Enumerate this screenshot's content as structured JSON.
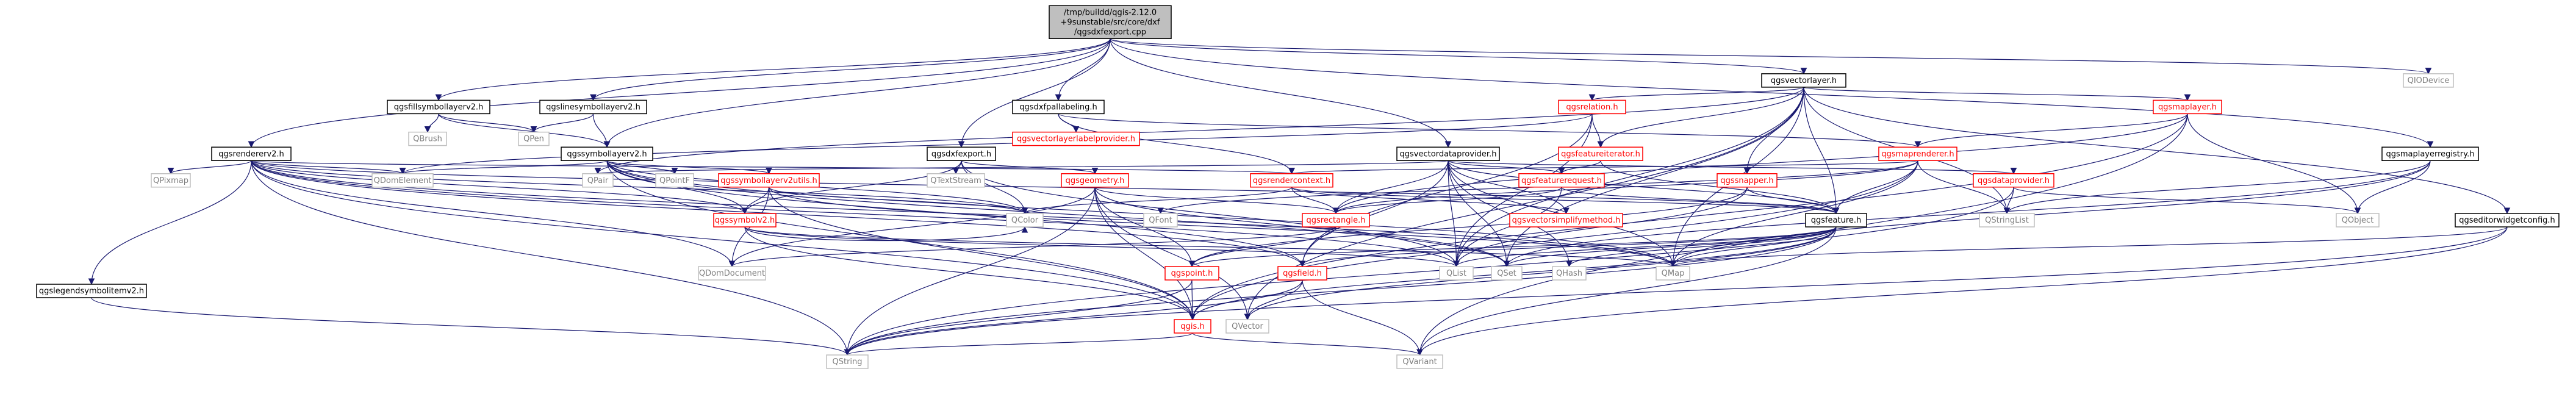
{
  "colors": {
    "edge": "#191970",
    "root_fill": "#bfbfbf",
    "root_stroke": "#000000",
    "node_fill": "#ffffff",
    "node_stroke": "#000000",
    "red_stroke": "#ff0000",
    "grey_stroke": "#bfbfbf",
    "text": "#000000",
    "red_text": "#ff0000",
    "grey_text": "#7f7f7f"
  },
  "nodes": [
    {
      "id": "root",
      "lines": [
        "/tmp/buildd/qgis-2.12.0",
        "+9sunstable/src/core/dxf",
        "/qgsdxfexport.cpp"
      ],
      "style": "root"
    },
    {
      "id": "qgsvectorlayer",
      "lines": [
        "qgsvectorlayer.h"
      ],
      "style": "normal"
    },
    {
      "id": "qiodevice",
      "lines": [
        "QIODevice"
      ],
      "style": "grey"
    },
    {
      "id": "qgsfillsymbollayerv2",
      "lines": [
        "qgsfillsymbollayerv2.h"
      ],
      "style": "normal"
    },
    {
      "id": "qgslinesymbollayerv2",
      "lines": [
        "qgslinesymbollayerv2.h"
      ],
      "style": "normal"
    },
    {
      "id": "qgsdxfpallabeling",
      "lines": [
        "qgsdxfpallabeling.h"
      ],
      "style": "normal"
    },
    {
      "id": "qgsrelation",
      "lines": [
        "qgsrelation.h"
      ],
      "style": "red"
    },
    {
      "id": "qgsmaplayer",
      "lines": [
        "qgsmaplayer.h"
      ],
      "style": "red"
    },
    {
      "id": "qbrush",
      "lines": [
        "QBrush"
      ],
      "style": "grey"
    },
    {
      "id": "qpen",
      "lines": [
        "QPen"
      ],
      "style": "grey"
    },
    {
      "id": "qgsvectorlayerlabelprovider",
      "lines": [
        "qgsvectorlayerlabelprovider.h"
      ],
      "style": "red"
    },
    {
      "id": "qgsrendererv2",
      "lines": [
        "qgsrendererv2.h"
      ],
      "style": "normal"
    },
    {
      "id": "qgssymbollayerv2",
      "lines": [
        "qgssymbollayerv2.h"
      ],
      "style": "normal"
    },
    {
      "id": "qgsdxfexport",
      "lines": [
        "qgsdxfexport.h"
      ],
      "style": "normal"
    },
    {
      "id": "qgsvectordataprovider",
      "lines": [
        "qgsvectordataprovider.h"
      ],
      "style": "normal"
    },
    {
      "id": "qgsfeatureiterator",
      "lines": [
        "qgsfeatureiterator.h"
      ],
      "style": "red"
    },
    {
      "id": "qgsmaprenderer",
      "lines": [
        "qgsmaprenderer.h"
      ],
      "style": "red"
    },
    {
      "id": "qgsmaplayerregistry",
      "lines": [
        "qgsmaplayerregistry.h"
      ],
      "style": "normal"
    },
    {
      "id": "qpixmap",
      "lines": [
        "QPixmap"
      ],
      "style": "grey"
    },
    {
      "id": "qdomelement",
      "lines": [
        "QDomElement"
      ],
      "style": "grey"
    },
    {
      "id": "qpair",
      "lines": [
        "QPair"
      ],
      "style": "grey"
    },
    {
      "id": "qpointf",
      "lines": [
        "QPointF"
      ],
      "style": "grey"
    },
    {
      "id": "qgssymbollayerv2utils",
      "lines": [
        "qgssymbollayerv2utils.h"
      ],
      "style": "red"
    },
    {
      "id": "qtextstream",
      "lines": [
        "QTextStream"
      ],
      "style": "grey"
    },
    {
      "id": "qgsgeometry",
      "lines": [
        "qgsgeometry.h"
      ],
      "style": "red"
    },
    {
      "id": "qgsrendercontext",
      "lines": [
        "qgsrendercontext.h"
      ],
      "style": "red"
    },
    {
      "id": "qgsfeaturerequest",
      "lines": [
        "qgsfeaturerequest.h"
      ],
      "style": "red"
    },
    {
      "id": "qgsdataprovider",
      "lines": [
        "qgsdataprovider.h"
      ],
      "style": "red"
    },
    {
      "id": "qgssnapper",
      "lines": [
        "qgssnapper.h"
      ],
      "style": "red"
    },
    {
      "id": "qgseditorwidgetconfig",
      "lines": [
        "qgseditorwidgetconfig.h"
      ],
      "style": "normal"
    },
    {
      "id": "qgssymbolv2",
      "lines": [
        "qgssymbolv2.h"
      ],
      "style": "red"
    },
    {
      "id": "qcolor",
      "lines": [
        "QColor"
      ],
      "style": "grey"
    },
    {
      "id": "qgsrectangle",
      "lines": [
        "qgsrectangle.h"
      ],
      "style": "red"
    },
    {
      "id": "qfont",
      "lines": [
        "QFont"
      ],
      "style": "grey"
    },
    {
      "id": "qgsvectorsimplifymethod",
      "lines": [
        "qgsvectorsimplifymethod.h"
      ],
      "style": "red"
    },
    {
      "id": "qgsfeature",
      "lines": [
        "qgsfeature.h"
      ],
      "style": "normal"
    },
    {
      "id": "qstringlist",
      "lines": [
        "QStringList"
      ],
      "style": "grey"
    },
    {
      "id": "qobject",
      "lines": [
        "QObject"
      ],
      "style": "grey"
    },
    {
      "id": "qdomdocument",
      "lines": [
        "QDomDocument"
      ],
      "style": "grey"
    },
    {
      "id": "qgspoint",
      "lines": [
        "qgspoint.h"
      ],
      "style": "red"
    },
    {
      "id": "qgsfield",
      "lines": [
        "qgsfield.h"
      ],
      "style": "red"
    },
    {
      "id": "qlist",
      "lines": [
        "QList"
      ],
      "style": "grey"
    },
    {
      "id": "qset",
      "lines": [
        "QSet"
      ],
      "style": "grey"
    },
    {
      "id": "qhash",
      "lines": [
        "QHash"
      ],
      "style": "grey"
    },
    {
      "id": "qmap",
      "lines": [
        "QMap"
      ],
      "style": "grey"
    },
    {
      "id": "qgslegendsymbolitemv2",
      "lines": [
        "qgslegendsymbolitemv2.h"
      ],
      "style": "normal"
    },
    {
      "id": "qgis",
      "lines": [
        "qgis.h"
      ],
      "style": "red"
    },
    {
      "id": "qvector",
      "lines": [
        "QVector"
      ],
      "style": "grey"
    },
    {
      "id": "qstring",
      "lines": [
        "QString"
      ],
      "style": "grey"
    },
    {
      "id": "qvariant",
      "lines": [
        "QVariant"
      ],
      "style": "grey"
    }
  ],
  "edges": [
    [
      "root",
      "qgsvectorlayer"
    ],
    [
      "root",
      "qiodevice"
    ],
    [
      "root",
      "qgsfillsymbollayerv2"
    ],
    [
      "root",
      "qgslinesymbollayerv2"
    ],
    [
      "root",
      "qgsdxfpallabeling"
    ],
    [
      "root",
      "qgsrendererv2"
    ],
    [
      "root",
      "qgssymbollayerv2"
    ],
    [
      "root",
      "qgsdxfexport"
    ],
    [
      "root",
      "qgsvectordataprovider"
    ],
    [
      "root",
      "qgsmaplayerregistry"
    ],
    [
      "root",
      "qgsdomdocument_placeholder"
    ],
    [
      "qgsvectorlayer",
      "qgsrelation"
    ],
    [
      "qgsvectorlayer",
      "qgsmaplayer"
    ],
    [
      "qgsvectorlayer",
      "qgsfeatureiterator"
    ],
    [
      "qgsvectorlayer",
      "qgssnapper"
    ],
    [
      "qgsvectorlayer",
      "qgseditorwidgetconfig"
    ],
    [
      "qgsvectorlayer",
      "qgsfeature"
    ],
    [
      "qgsvectorlayer",
      "qstringlist"
    ],
    [
      "qgsvectorlayer",
      "qlist"
    ],
    [
      "qgsvectorlayer",
      "qset"
    ],
    [
      "qgsvectorlayer",
      "qmap"
    ],
    [
      "qgsvectorlayer",
      "qvector"
    ],
    [
      "qgsvectorlayer",
      "qpair"
    ],
    [
      "qgsfillsymbollayerv2",
      "qbrush"
    ],
    [
      "qgsfillsymbollayerv2",
      "qpen"
    ],
    [
      "qgsfillsymbollayerv2",
      "qgssymbollayerv2"
    ],
    [
      "qgslinesymbollayerv2",
      "qpen"
    ],
    [
      "qgslinesymbollayerv2",
      "qgssymbollayerv2"
    ],
    [
      "qgsdxfpallabeling",
      "qgsvectorlayerlabelprovider"
    ],
    [
      "qgsdxfpallabeling",
      "qgsmaprenderer"
    ],
    [
      "qgsdxfpallabeling",
      "qgsrendercontext"
    ],
    [
      "qgsrelation",
      "qgsfeatureiterator"
    ],
    [
      "qgsrelation",
      "qgsfield"
    ],
    [
      "qgsrelation",
      "qlist"
    ],
    [
      "qgsrelation",
      "qdomelement"
    ],
    [
      "qgsmaplayer",
      "qgsmaprenderer"
    ],
    [
      "qgsmaplayer",
      "qobject"
    ],
    [
      "qgsmaplayer",
      "qvariant"
    ],
    [
      "qgsmaplayer",
      "qgis"
    ],
    [
      "qgsmaplayer",
      "qgsrectangle"
    ],
    [
      "qgsrendererv2",
      "qpixmap"
    ],
    [
      "qgsrendererv2",
      "qdomelement"
    ],
    [
      "qgsrendererv2",
      "qgslegendsymbolitemv2"
    ],
    [
      "qgsrendererv2",
      "qgssymbolv2"
    ],
    [
      "qgsrendererv2",
      "qgsrendercontext"
    ],
    [
      "qgsrendererv2",
      "qgsfeature"
    ],
    [
      "qgsrendererv2",
      "qstring"
    ],
    [
      "qgsrendererv2",
      "qdomdocument"
    ],
    [
      "qgsrendererv2",
      "qgis"
    ],
    [
      "qgsrendererv2",
      "qlist"
    ],
    [
      "qgsrendererv2",
      "qmap"
    ],
    [
      "qgsrendererv2",
      "qgsfield"
    ],
    [
      "qgsrendererv2",
      "qcolor"
    ],
    [
      "qgssymbollayerv2",
      "qdomelement"
    ],
    [
      "qgssymbollayerv2",
      "qpointf"
    ],
    [
      "qgssymbollayerv2",
      "qgssymbollayerv2utils"
    ],
    [
      "qgssymbollayerv2",
      "qgssymbolv2"
    ],
    [
      "qgssymbollayerv2",
      "qcolor"
    ],
    [
      "qgssymbollayerv2",
      "qgis"
    ],
    [
      "qgssymbollayerv2",
      "qgsfield"
    ],
    [
      "qgssymbollayerv2",
      "qset"
    ],
    [
      "qgssymbollayerv2",
      "qmap"
    ],
    [
      "qgsdxfexport",
      "qtextstream"
    ],
    [
      "qgsdxfexport",
      "qgsgeometry"
    ],
    [
      "qgsdxfexport",
      "qgssymbolv2"
    ],
    [
      "qgsdxfexport",
      "qcolor"
    ],
    [
      "qgsdxfexport",
      "qlist"
    ],
    [
      "qgsvectordataprovider",
      "qgsdataprovider"
    ],
    [
      "qgsvectordataprovider",
      "qgsfeaturerequest"
    ],
    [
      "qgsvectordataprovider",
      "qgsfeature"
    ],
    [
      "qgsvectordataprovider",
      "qgsfield"
    ],
    [
      "qgsvectordataprovider",
      "qgsrectangle"
    ],
    [
      "qgsvectordataprovider",
      "qlist"
    ],
    [
      "qgsvectordataprovider",
      "qset"
    ],
    [
      "qgsvectordataprovider",
      "qhash"
    ],
    [
      "qgsvectordataprovider",
      "qmap"
    ],
    [
      "qgsvectordataprovider",
      "qpair"
    ],
    [
      "qgsvectordataprovider",
      "qgsvectorsimplifymethod"
    ],
    [
      "qgsfeatureiterator",
      "qgsfeaturerequest"
    ],
    [
      "qgsfeatureiterator",
      "qgsfeature"
    ],
    [
      "qgsmaprenderer",
      "qgsrendercontext"
    ],
    [
      "qgsmaprenderer",
      "qgsrectangle"
    ],
    [
      "qgsmaprenderer",
      "qgsfeature"
    ],
    [
      "qgsmaprenderer",
      "qstringlist"
    ],
    [
      "qgsmaprenderer",
      "qfont"
    ],
    [
      "qgsmaprenderer",
      "qmap"
    ],
    [
      "qgsmaprenderer",
      "qgis"
    ],
    [
      "qgsmaplayerregistry",
      "qobject"
    ],
    [
      "qgsmaplayerregistry",
      "qstringlist"
    ],
    [
      "qgsmaplayerregistry",
      "qmap"
    ],
    [
      "qgsmaplayerregistry",
      "qset"
    ],
    [
      "qgssymbollayerv2utils",
      "qgssymbolv2"
    ],
    [
      "qgssymbollayerv2utils",
      "qcolor"
    ],
    [
      "qgssymbollayerv2utils",
      "qgis"
    ],
    [
      "qgssymbollayerv2utils",
      "qmap"
    ],
    [
      "qgssymbollayerv2utils",
      "qdomdocument"
    ],
    [
      "qgsgeometry",
      "qgsrectangle"
    ],
    [
      "qgsgeometry",
      "qgspoint"
    ],
    [
      "qgsgeometry",
      "qgis"
    ],
    [
      "qgsgeometry",
      "qdomdocument"
    ],
    [
      "qgsgeometry",
      "qvector"
    ],
    [
      "qgsgeometry",
      "qstring"
    ],
    [
      "qgsgeometry",
      "qset"
    ],
    [
      "qgsrendercontext",
      "qgsrectangle"
    ],
    [
      "qgsrendercontext",
      "qgsvectorsimplifymethod"
    ],
    [
      "qgsrendercontext",
      "qcolor"
    ],
    [
      "qgsrendercontext",
      "qgsfeature"
    ],
    [
      "qgsfeaturerequest",
      "qgsfeature"
    ],
    [
      "qgsfeaturerequest",
      "qgsrectangle"
    ],
    [
      "qgsfeaturerequest",
      "qlist"
    ],
    [
      "qgsdataprovider",
      "qstringlist"
    ],
    [
      "qgsdataprovider",
      "qobject"
    ],
    [
      "qgsdataprovider",
      "qstring"
    ],
    [
      "qgssnapper",
      "qgspoint"
    ],
    [
      "qgssnapper",
      "qlist"
    ],
    [
      "qgssnapper",
      "qgsfeature"
    ],
    [
      "qgseditorwidgetconfig",
      "qstring"
    ],
    [
      "qgseditorwidgetconfig",
      "qvariant"
    ],
    [
      "qgseditorwidgetconfig",
      "qmap"
    ],
    [
      "qgssymbolv2",
      "qgis"
    ],
    [
      "qgssymbolv2",
      "qcolor"
    ],
    [
      "qgssymbolv2",
      "qlist"
    ],
    [
      "qgssymbolv2",
      "qmap"
    ],
    [
      "qgsrectangle",
      "qgspoint"
    ],
    [
      "qgsrectangle",
      "qdomdocument"
    ],
    [
      "qgsfeature",
      "qlist"
    ],
    [
      "qgsfeature",
      "qset"
    ],
    [
      "qgsfeature",
      "qhash"
    ],
    [
      "qgsfeature",
      "qmap"
    ],
    [
      "qgsfeature",
      "qvariant"
    ],
    [
      "qgsfeature",
      "qgsfield"
    ],
    [
      "qgsfeature",
      "qvector"
    ],
    [
      "qgsfeature",
      "qstring"
    ],
    [
      "qgsfeature",
      "qgis"
    ],
    [
      "qgsfeature",
      "qgspoint"
    ],
    [
      "qgspoint",
      "qgis"
    ],
    [
      "qgspoint",
      "qstring"
    ],
    [
      "qgsfield",
      "qvector"
    ],
    [
      "qgsfield",
      "qstring"
    ],
    [
      "qgsfield",
      "qvariant"
    ],
    [
      "qgslegendsymbolitemv2",
      "qstring"
    ],
    [
      "qgis",
      "qstring"
    ],
    [
      "qgis",
      "qvariant"
    ]
  ]
}
